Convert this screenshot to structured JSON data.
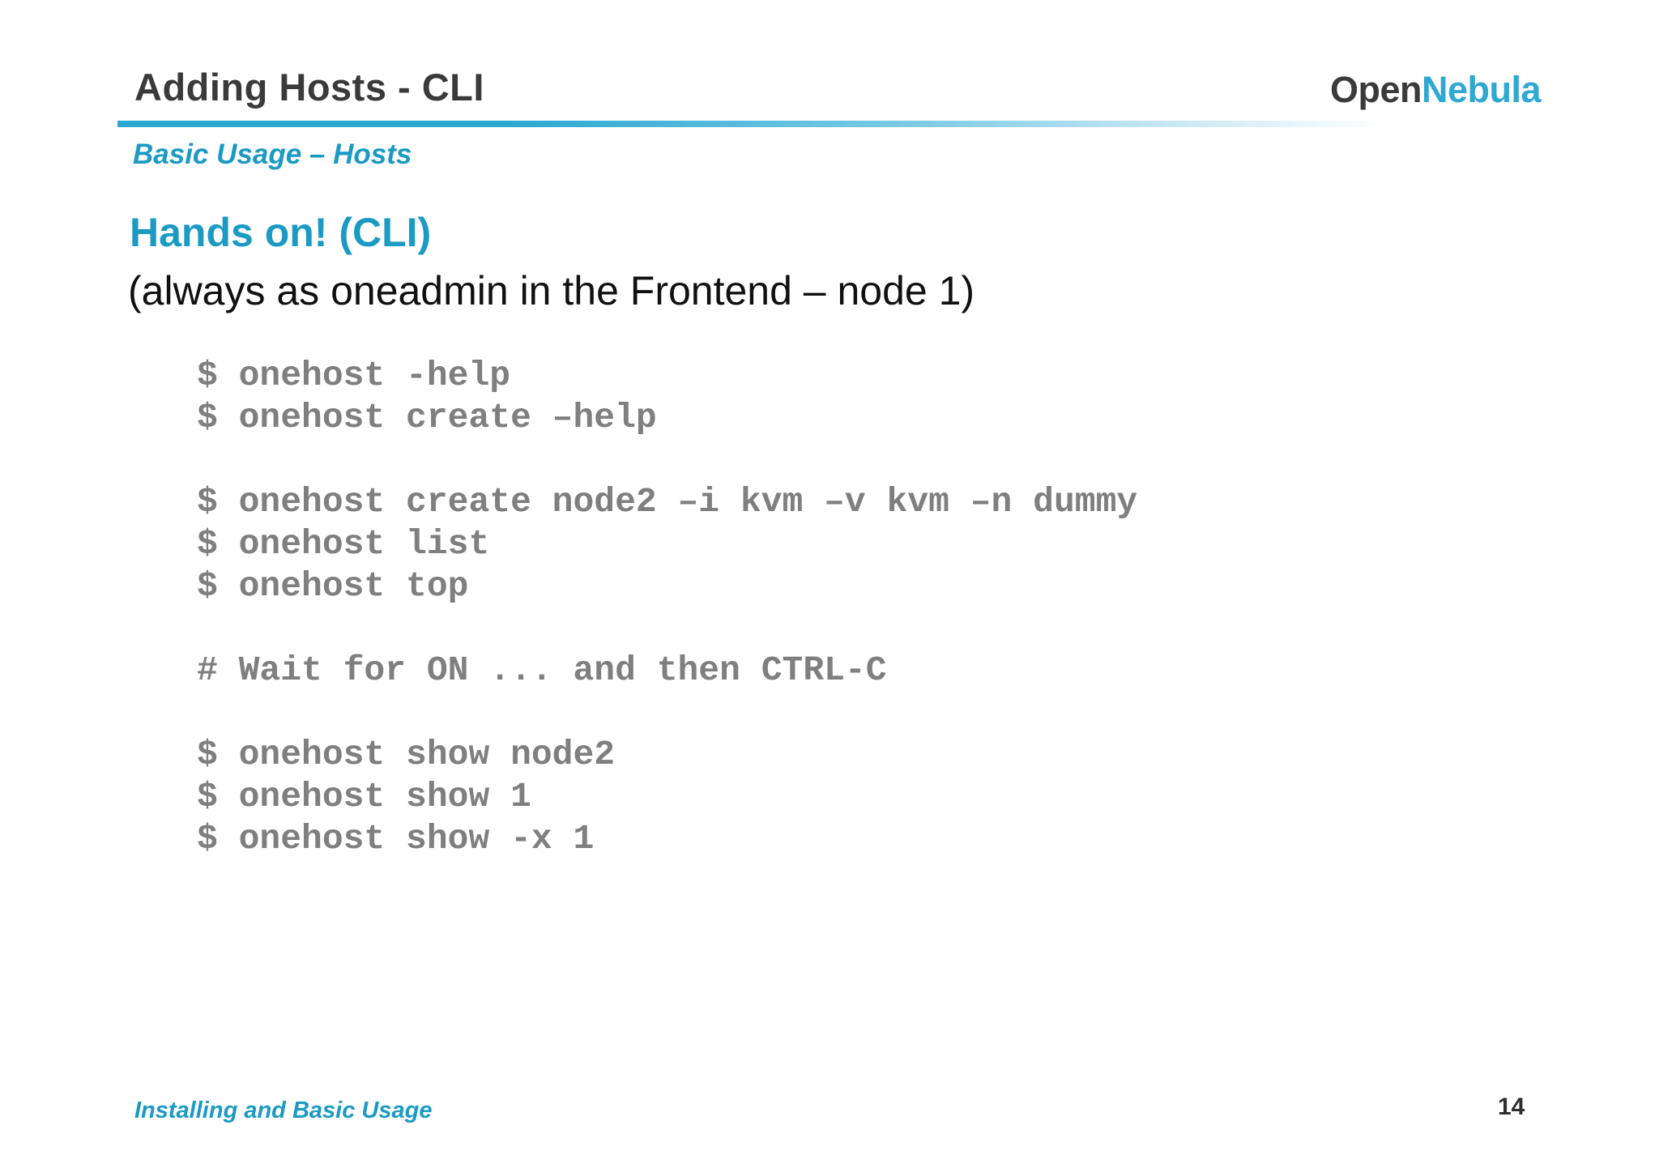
{
  "header": {
    "title": "Adding Hosts - CLI",
    "subtitle": "Basic Usage – Hosts",
    "logo": {
      "open": "Open",
      "nebula": "Nebula"
    }
  },
  "body": {
    "heading": "Hands on! (CLI)",
    "note": "(always as oneadmin in the Frontend – node 1)"
  },
  "code": {
    "lines": [
      "$ onehost -help",
      "$ onehost create –help",
      "",
      "$ onehost create node2 –i kvm –v kvm –n dummy",
      "$ onehost list",
      "$ onehost top",
      "",
      "# Wait for ON ... and then CTRL-C",
      "",
      "$ onehost show node2",
      "$ onehost show 1",
      "$ onehost show -x 1"
    ]
  },
  "footer": {
    "title": "Installing and Basic Usage",
    "page_number": "14"
  },
  "colors": {
    "accent_cyan": "#1b9ac4",
    "logo_cyan": "#2fa8d2",
    "dark_gray": "#3a3a3a",
    "code_gray": "#7f7f7f"
  }
}
